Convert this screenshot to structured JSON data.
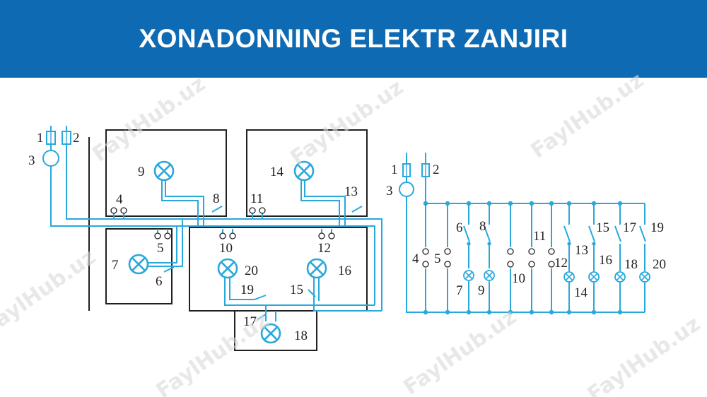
{
  "title": "XONADONNING ELEKTR ZANJIRI",
  "watermark": "FaylHub.uz",
  "colors": {
    "banner": "#0F6AB4",
    "wire": "#29a8dc",
    "wall": "#231f20",
    "text": "#231f20"
  },
  "floor_plan_labels": {
    "l1": "1",
    "l2": "2",
    "l3": "3",
    "l4": "4",
    "l5": "5",
    "l6": "6",
    "l7": "7",
    "l8": "8",
    "l9": "9",
    "l10": "10",
    "l11": "11",
    "l12": "12",
    "l13": "13",
    "l14": "14",
    "l15": "15",
    "l16": "16",
    "l17": "17",
    "l18": "18",
    "l19": "19",
    "l20": "20"
  },
  "schematic_labels": {
    "l1": "1",
    "l2": "2",
    "l3": "3",
    "l4": "4",
    "l5": "5",
    "l6": "6",
    "l7": "7",
    "l8": "8",
    "l9": "9",
    "l10": "10",
    "l11": "11",
    "l12": "12",
    "l13": "13",
    "l14": "14",
    "l15": "15",
    "l16": "16",
    "l17": "17",
    "l18": "18",
    "l19": "19",
    "l20": "20"
  }
}
